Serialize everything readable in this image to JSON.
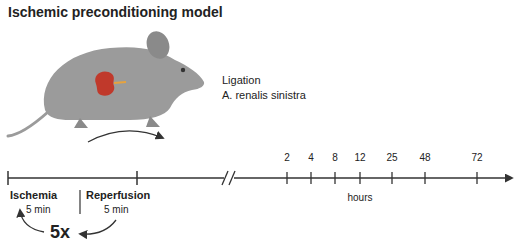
{
  "diagram": {
    "title": "Ischemic preconditioning model",
    "labels": [
      "Ligation",
      "A. renalis sinistra",
      "Ischemia",
      "5 min",
      "Reperfusion",
      "5 min",
      "5x",
      "2",
      "4",
      "8",
      "12",
      "25",
      "48",
      "72",
      "hours"
    ]
  }
}
